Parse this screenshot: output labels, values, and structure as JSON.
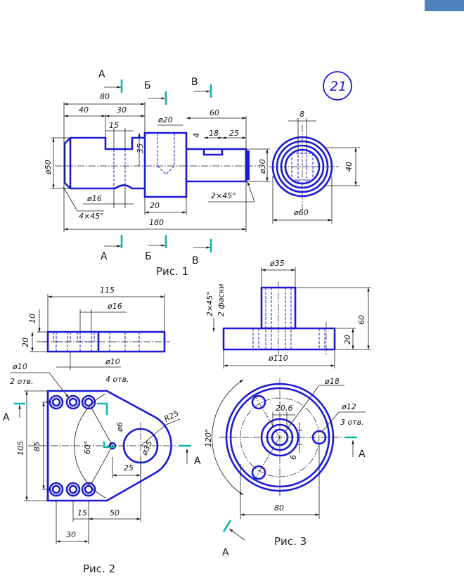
{
  "corner_tab": {
    "color": "#4f81bd"
  },
  "colors": {
    "outline": "#1a1ad8",
    "cut_marks": "#0fb5ad",
    "dims": "#1a1a1a"
  },
  "fig1": {
    "caption": "Рис. 1",
    "badge": "21",
    "section_letters": [
      "А",
      "Б",
      "В"
    ],
    "dims": {
      "d80": "80",
      "d40": "40",
      "d30": "30",
      "d15": "15",
      "d20top": "ø20",
      "d60": "60",
      "d4": "4",
      "d18": "18",
      "d25": "25",
      "d35": "35",
      "d50": "ø50",
      "d16": "ø16",
      "d30dia": "ø30",
      "d20bot": "20",
      "d180": "180",
      "ch1": "4×45°",
      "ch2": "2×45°",
      "side8": "8",
      "side40": "40",
      "side60": "ø60"
    }
  },
  "fig2": {
    "caption": "Рис. 2",
    "section_letter": "А",
    "dims": {
      "d115": "115",
      "d16": "ø16",
      "d10v": "10",
      "d20v": "20",
      "d10h": "ø10",
      "holes4": "4 отв.",
      "d10b": "ø10",
      "holes2": "2 отв.",
      "d105": "105",
      "d85": "85",
      "d60deg": "60°",
      "d6": "ø6",
      "d35": "ø35",
      "r25": "R25",
      "d25": "25",
      "d15": "15",
      "d50": "50",
      "d30": "30"
    }
  },
  "fig3": {
    "caption": "Рис. 3",
    "section_letter": "А",
    "dims": {
      "d35": "ø35",
      "ch": "2×45°",
      "chamfer_note": "2 фаски",
      "d60": "60",
      "d20": "20",
      "d110": "ø110",
      "d18": "ø18",
      "d20_6": "20,6",
      "d12": "ø12",
      "holes3": "3 отв.",
      "d120": "120°",
      "d6": "6",
      "d80": "80"
    }
  }
}
